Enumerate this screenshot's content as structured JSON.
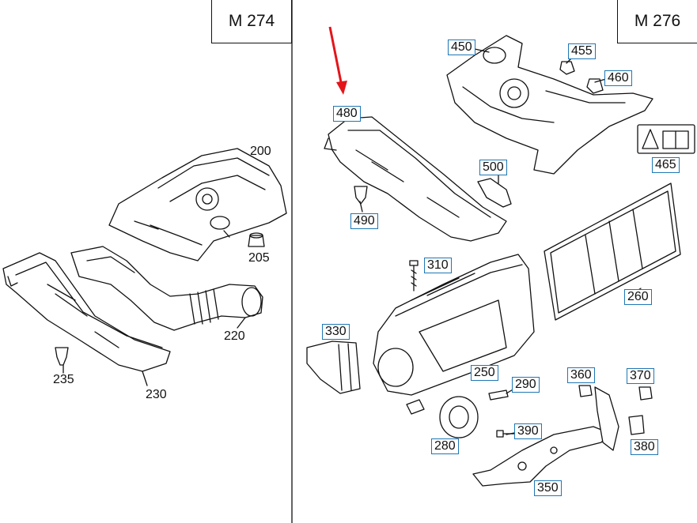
{
  "headers": {
    "left": "M 274",
    "right": "M 276"
  },
  "parts": {
    "p200": "200",
    "p205": "205",
    "p220": "220",
    "p230": "230",
    "p235": "235",
    "p250": "250",
    "p260": "260",
    "p280": "280",
    "p290": "290",
    "p310": "310",
    "p330": "330",
    "p350": "350",
    "p360": "360",
    "p370": "370",
    "p380": "380",
    "p390": "390",
    "p450": "450",
    "p455": "455",
    "p460": "460",
    "p465": "465",
    "p480": "480",
    "p490": "490",
    "p500": "500"
  },
  "colors": {
    "highlight_box": "#1f77b4",
    "pointer_arrow": "#e3151a",
    "line": "#111111"
  }
}
